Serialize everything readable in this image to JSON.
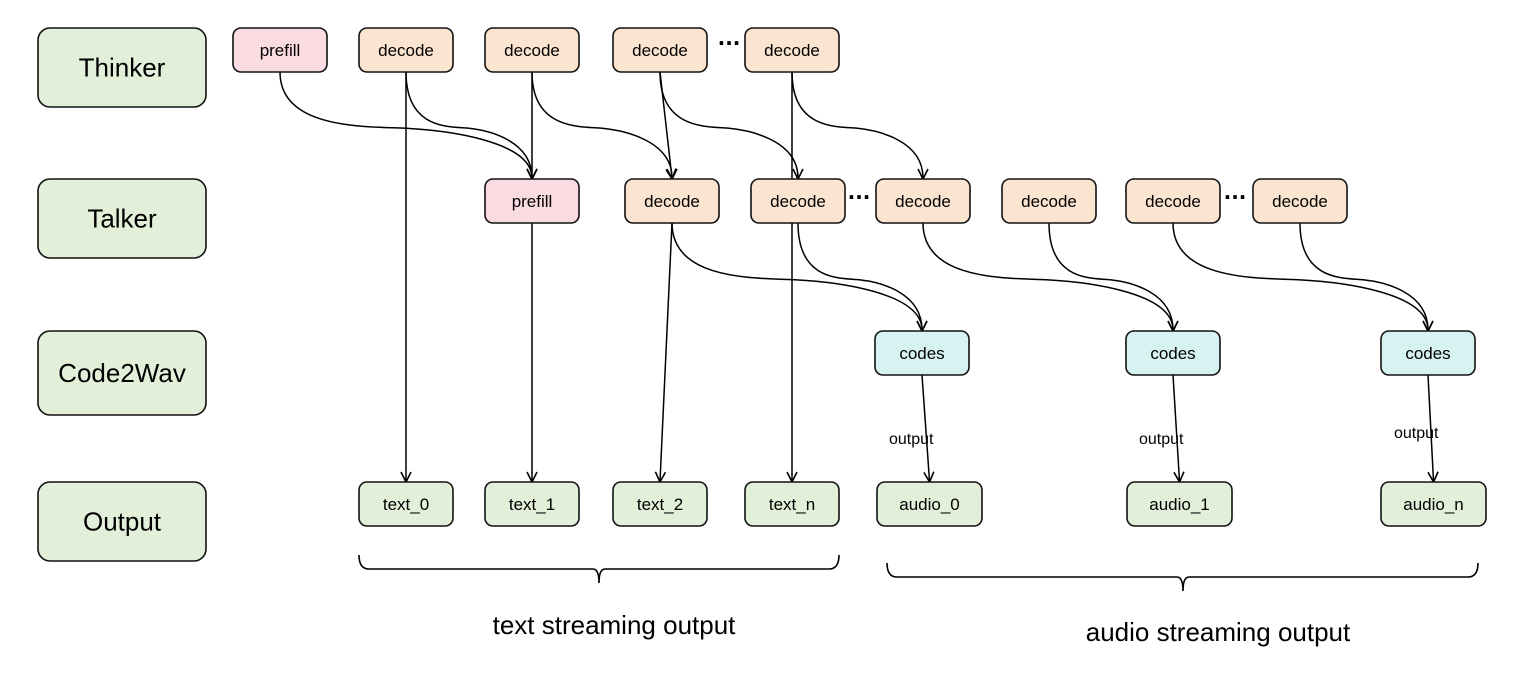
{
  "colors": {
    "lane": "#e2efd9",
    "prefill": "#fadbe1",
    "decode": "#fce5d0",
    "codes": "#d7f3f1",
    "output": "#e2efd9"
  },
  "lanes": [
    {
      "id": "thinker",
      "label": "Thinker"
    },
    {
      "id": "talker",
      "label": "Talker"
    },
    {
      "id": "code2wav",
      "label": "Code2Wav"
    },
    {
      "id": "output",
      "label": "Output"
    }
  ],
  "nodes": {
    "th_prefill": {
      "label": "prefill",
      "kind": "prefill"
    },
    "th_decode_1": {
      "label": "decode",
      "kind": "decode"
    },
    "th_decode_2": {
      "label": "decode",
      "kind": "decode"
    },
    "th_decode_3": {
      "label": "decode",
      "kind": "decode"
    },
    "th_decode_4": {
      "label": "decode",
      "kind": "decode"
    },
    "tk_prefill": {
      "label": "prefill",
      "kind": "prefill"
    },
    "tk_decode_1": {
      "label": "decode",
      "kind": "decode"
    },
    "tk_decode_2": {
      "label": "decode",
      "kind": "decode"
    },
    "tk_decode_3": {
      "label": "decode",
      "kind": "decode"
    },
    "tk_decode_4": {
      "label": "decode",
      "kind": "decode"
    },
    "tk_decode_5": {
      "label": "decode",
      "kind": "decode"
    },
    "tk_decode_6": {
      "label": "decode",
      "kind": "decode"
    },
    "codes_0": {
      "label": "codes",
      "kind": "codes"
    },
    "codes_1": {
      "label": "codes",
      "kind": "codes"
    },
    "codes_2": {
      "label": "codes",
      "kind": "codes"
    },
    "text_0": {
      "label": "text_0",
      "kind": "output"
    },
    "text_1": {
      "label": "text_1",
      "kind": "output"
    },
    "text_2": {
      "label": "text_2",
      "kind": "output"
    },
    "text_n": {
      "label": "text_n",
      "kind": "output"
    },
    "audio_0": {
      "label": "audio_0",
      "kind": "output"
    },
    "audio_1": {
      "label": "audio_1",
      "kind": "output"
    },
    "audio_n": {
      "label": "audio_n",
      "kind": "output"
    }
  },
  "edges": [
    {
      "from": "th_prefill",
      "to": "tk_prefill",
      "type": "curve"
    },
    {
      "from": "th_decode_1",
      "to": "tk_prefill",
      "type": "curve"
    },
    {
      "from": "th_decode_2",
      "to": "tk_prefill",
      "type": "straight"
    },
    {
      "from": "th_decode_3",
      "to": "tk_decode_1",
      "type": "straight"
    },
    {
      "from": "th_decode_2",
      "to": "tk_decode_1",
      "type": "curve"
    },
    {
      "from": "th_decode_3",
      "to": "tk_decode_2",
      "type": "curve"
    },
    {
      "from": "th_decode_4",
      "to": "tk_decode_3",
      "type": "curve"
    },
    {
      "from": "th_decode_1",
      "to": "text_0",
      "type": "straight"
    },
    {
      "from": "tk_prefill",
      "to": "text_1",
      "type": "straight"
    },
    {
      "from": "tk_decode_1",
      "to": "text_2",
      "type": "straight"
    },
    {
      "from": "th_decode_4",
      "to": "text_n",
      "type": "straight"
    },
    {
      "from": "tk_decode_1",
      "to": "codes_0",
      "type": "curve"
    },
    {
      "from": "tk_decode_2",
      "to": "codes_0",
      "type": "curve"
    },
    {
      "from": "tk_decode_3",
      "to": "codes_1",
      "type": "curve"
    },
    {
      "from": "tk_decode_4",
      "to": "codes_1",
      "type": "curve"
    },
    {
      "from": "tk_decode_5",
      "to": "codes_2",
      "type": "curve"
    },
    {
      "from": "tk_decode_6",
      "to": "codes_2",
      "type": "curve"
    },
    {
      "from": "codes_0",
      "to": "audio_0",
      "type": "straight",
      "label": "output"
    },
    {
      "from": "codes_1",
      "to": "audio_1",
      "type": "straight",
      "label": "output"
    },
    {
      "from": "codes_2",
      "to": "audio_n",
      "type": "straight",
      "label": "output"
    }
  ],
  "ellipsis": "···",
  "groups": {
    "text": {
      "label": "text streaming output"
    },
    "audio": {
      "label": "audio streaming output"
    }
  }
}
